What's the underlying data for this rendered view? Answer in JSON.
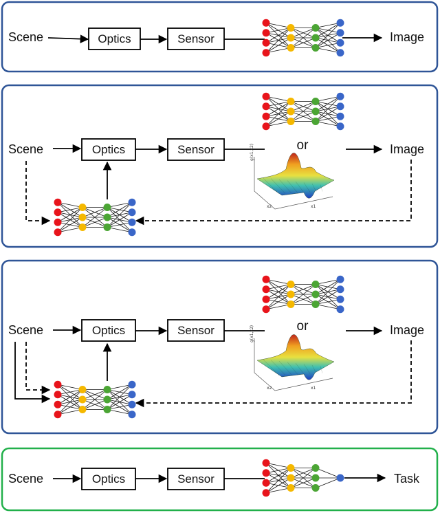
{
  "panels": [
    {
      "scene": "Scene",
      "optics": "Optics",
      "sensor": "Sensor",
      "output": "Image"
    },
    {
      "scene": "Scene",
      "optics": "Optics",
      "sensor": "Sensor",
      "output": "Image",
      "or": "or"
    },
    {
      "scene": "Scene",
      "optics": "Optics",
      "sensor": "Sensor",
      "output": "Image",
      "or": "or"
    },
    {
      "scene": "Scene",
      "optics": "Optics",
      "sensor": "Sensor",
      "output": "Task"
    }
  ],
  "colors": {
    "panel_border": "#2f5597",
    "task_border": "#22b04b",
    "node_input": "#e8141b",
    "node_hidden1": "#f5b800",
    "node_hidden2": "#4ba534",
    "node_output": "#3a66c8"
  },
  "plot_axis_labels": {
    "z": "g(x1,x2)",
    "x1": "x1",
    "x2": "x2"
  }
}
